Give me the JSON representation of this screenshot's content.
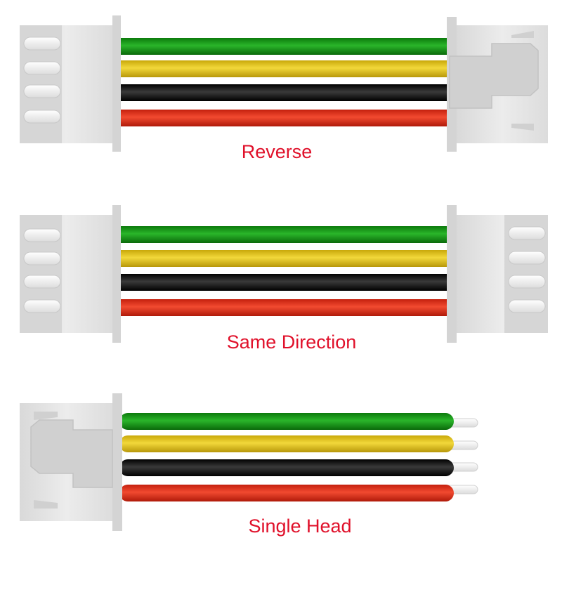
{
  "wire_colors": [
    "#1aa01a",
    "#e6c61e",
    "#111111",
    "#e8321e"
  ],
  "wire_color_names": [
    "green",
    "yellow",
    "black",
    "red"
  ],
  "caption_color": "#e0102a",
  "connector_color": "#e3e3e3",
  "cables": [
    {
      "caption": "Reverse",
      "left_end": "pin-side",
      "right_end": "latch-side",
      "wire_ends": "connector"
    },
    {
      "caption": "Same Direction",
      "left_end": "pin-side",
      "right_end": "pin-side",
      "wire_ends": "connector"
    },
    {
      "caption": "Single Head",
      "left_end": "latch-side",
      "right_end": "none",
      "wire_ends": "tinned"
    }
  ]
}
